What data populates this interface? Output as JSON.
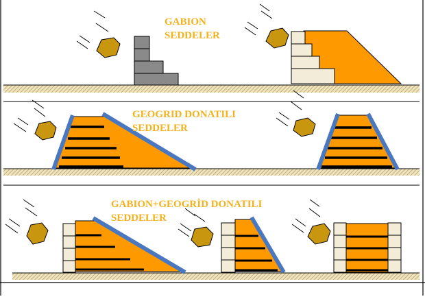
{
  "labels": {
    "gabion": {
      "line1": "GABION",
      "line2": "SEDDELER"
    },
    "geogrid": {
      "line1": "GEOGRID DONATILI",
      "line2": "SEDDELER"
    },
    "combined": {
      "line1": "GABION+GEOGRİD DONATILI",
      "line2": "SEDDELER"
    }
  },
  "colors": {
    "label": "#f2b21c",
    "fill": "#ff9900",
    "outline": "#000000",
    "geogrid_facing": "#4a78c0",
    "gabion_box": "#8a8a8a",
    "gabion_block": "#f2ecd8",
    "rock": "#c8960f",
    "ground_hatch": "#b5a16e",
    "ground_fill": "#efe4bd"
  }
}
